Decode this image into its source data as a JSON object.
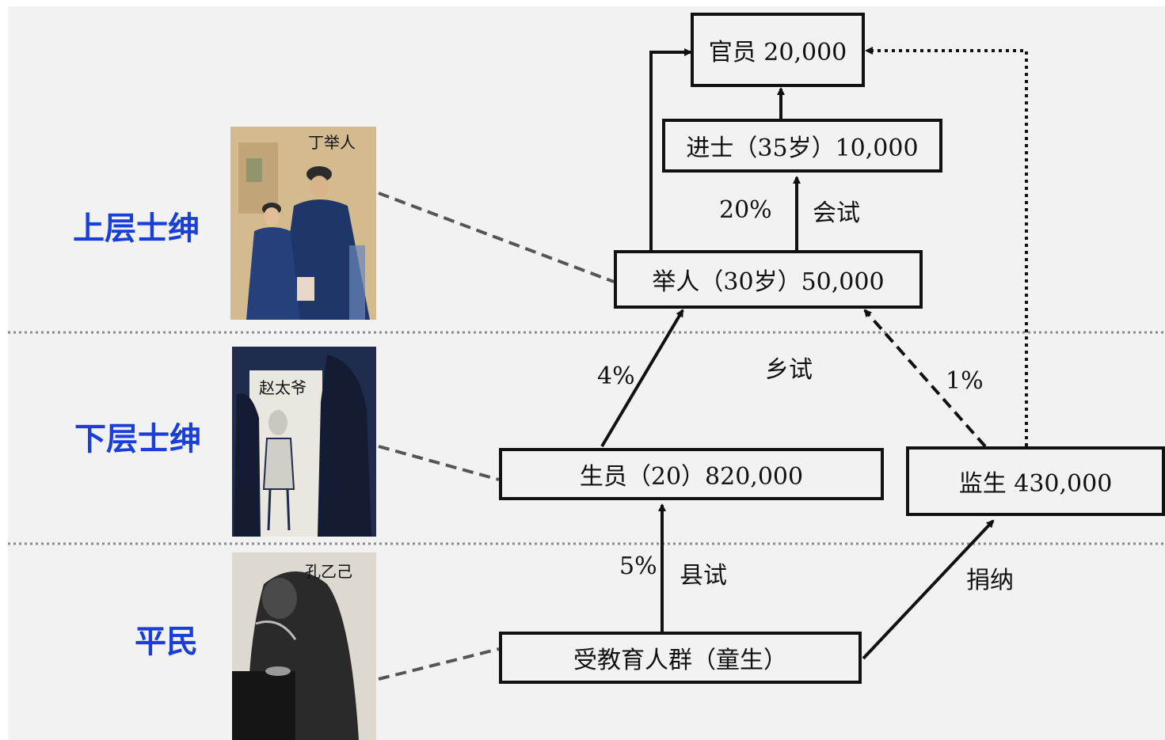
{
  "tiers": {
    "upper": "上层士绅",
    "lower": "下层士绅",
    "common": "平民"
  },
  "photos": {
    "upper_caption": "丁举人",
    "lower_caption": "赵太爷",
    "common_caption": "孔乙己"
  },
  "nodes": {
    "official": "官员 20,000",
    "jinshi": "进士（35岁）10,000",
    "juren": "举人（30岁）50,000",
    "shengyuan": "生员（20）820,000",
    "jiansheng": "监生 430,000",
    "tongsheng": "受教育人群（童生）"
  },
  "edges": {
    "huishi_rate": "20%",
    "huishi": "会试",
    "xiangshi_rate": "4%",
    "xiangshi": "乡试",
    "jiansheng_rate": "1%",
    "xianshi_rate": "5%",
    "xianshi": "县试",
    "juanna": "捐纳"
  },
  "colors": {
    "tier_label": "#1a3fd6",
    "box_border": "#111111",
    "connector": "#555555",
    "background": "#f2f2f2"
  }
}
